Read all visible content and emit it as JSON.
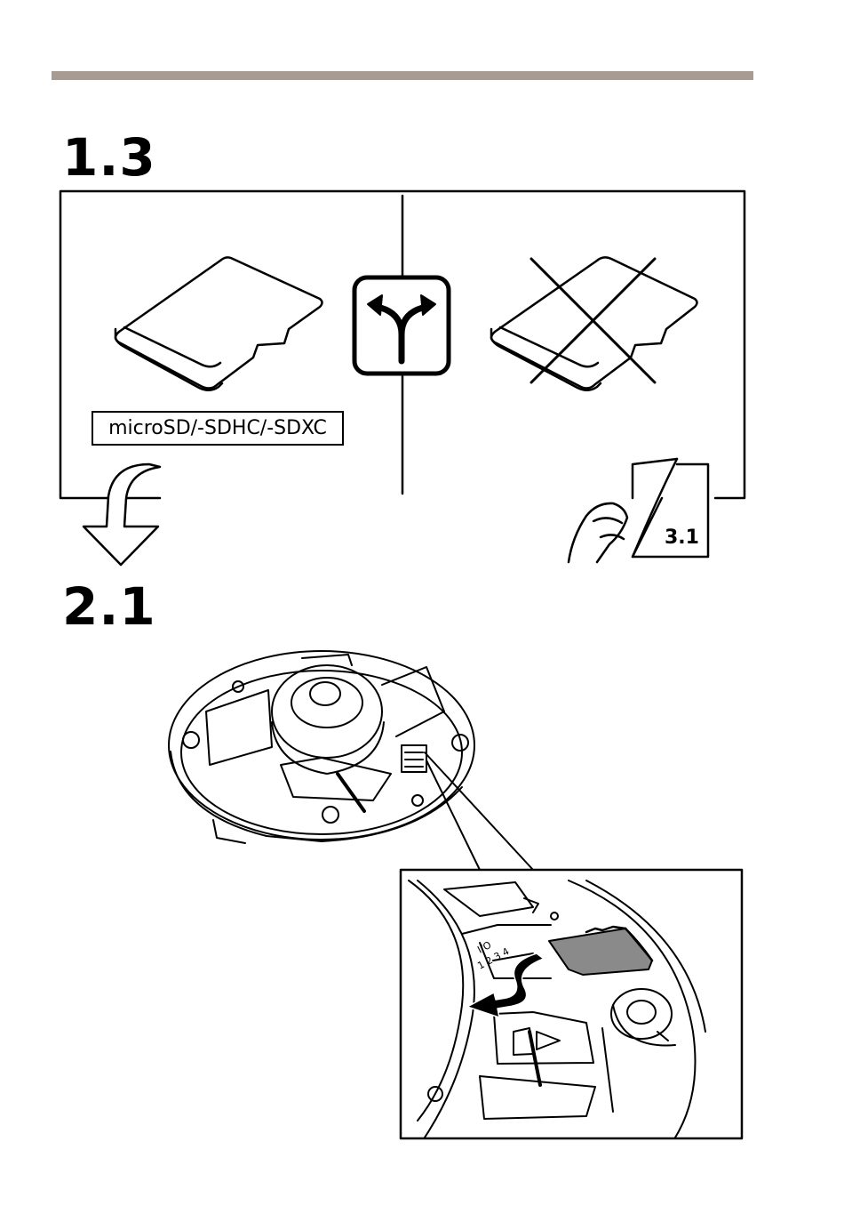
{
  "header": {
    "bar_color": "#a79b92"
  },
  "steps": [
    {
      "number": "1.3"
    },
    {
      "number": "2.1"
    }
  ],
  "panel": {
    "card_label": "microSD/-SDHC/-SDXC",
    "page_reference": "3.1"
  },
  "icons": {
    "valid_card": "microsd-card-icon",
    "choice": "split-arrow-icon",
    "invalid_card": "crossed-out-card-icon",
    "next_step": "curved-down-arrow-icon",
    "turn_page": "hand-turning-page-icon",
    "device": "dome-camera-illustration",
    "detail": "sd-card-slot-detail",
    "insert_direction": "insert-arrow-icon"
  }
}
